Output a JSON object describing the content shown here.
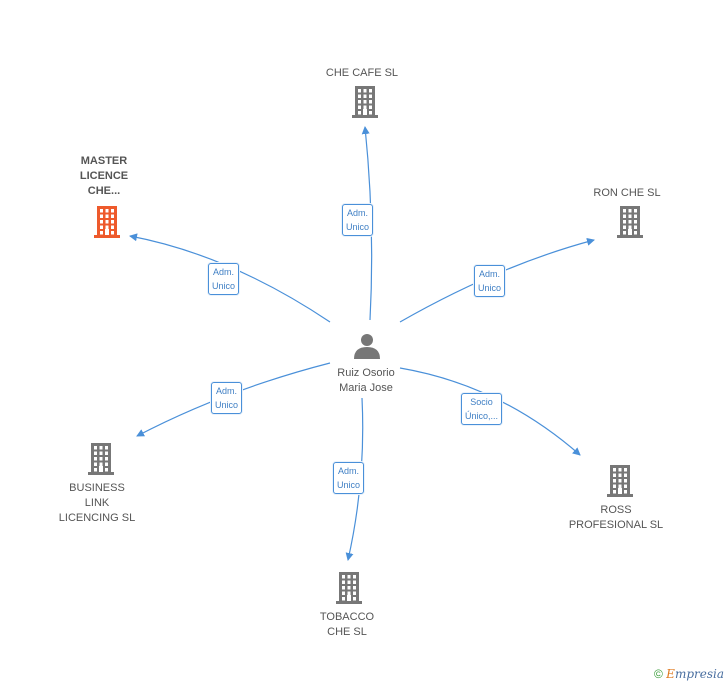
{
  "center": {
    "name_lines": "Ruiz Osorio\nMaria Jose",
    "icon": "person-icon"
  },
  "nodes": [
    {
      "id": "che-cafe",
      "label": "CHE CAFE  SL",
      "icon": "building-icon",
      "color": "#777777"
    },
    {
      "id": "master-licence",
      "label": "MASTER\nLICENCE\nCHE...",
      "icon": "building-icon",
      "color": "#ee5a2c",
      "highlight": true
    },
    {
      "id": "ron-che",
      "label": "RON CHE  SL",
      "icon": "building-icon",
      "color": "#777777"
    },
    {
      "id": "business-link",
      "label": "BUSINESS\nLINK\nLICENCING  SL",
      "icon": "building-icon",
      "color": "#777777"
    },
    {
      "id": "tobacco-che",
      "label": "TOBACCO\nCHE  SL",
      "icon": "building-icon",
      "color": "#777777"
    },
    {
      "id": "ross-profesional",
      "label": "ROSS\nPROFESIONAL SL",
      "icon": "building-icon",
      "color": "#777777"
    }
  ],
  "edges": [
    {
      "to": "che-cafe",
      "label": "Adm.\nUnico"
    },
    {
      "to": "master-licence",
      "label": "Adm.\nUnico"
    },
    {
      "to": "ron-che",
      "label": "Adm.\nUnico"
    },
    {
      "to": "business-link",
      "label": "Adm.\nUnico"
    },
    {
      "to": "tobacco-che",
      "label": "Adm.\nUnico"
    },
    {
      "to": "ross-profesional",
      "label": "Socio\nÚnico,..."
    }
  ],
  "colors": {
    "edge": "#4a90d9",
    "building": "#777777",
    "highlight": "#ee5a2c",
    "person": "#777777"
  },
  "brand": {
    "copyright": "©",
    "e": "E",
    "rest": "mpresia"
  }
}
